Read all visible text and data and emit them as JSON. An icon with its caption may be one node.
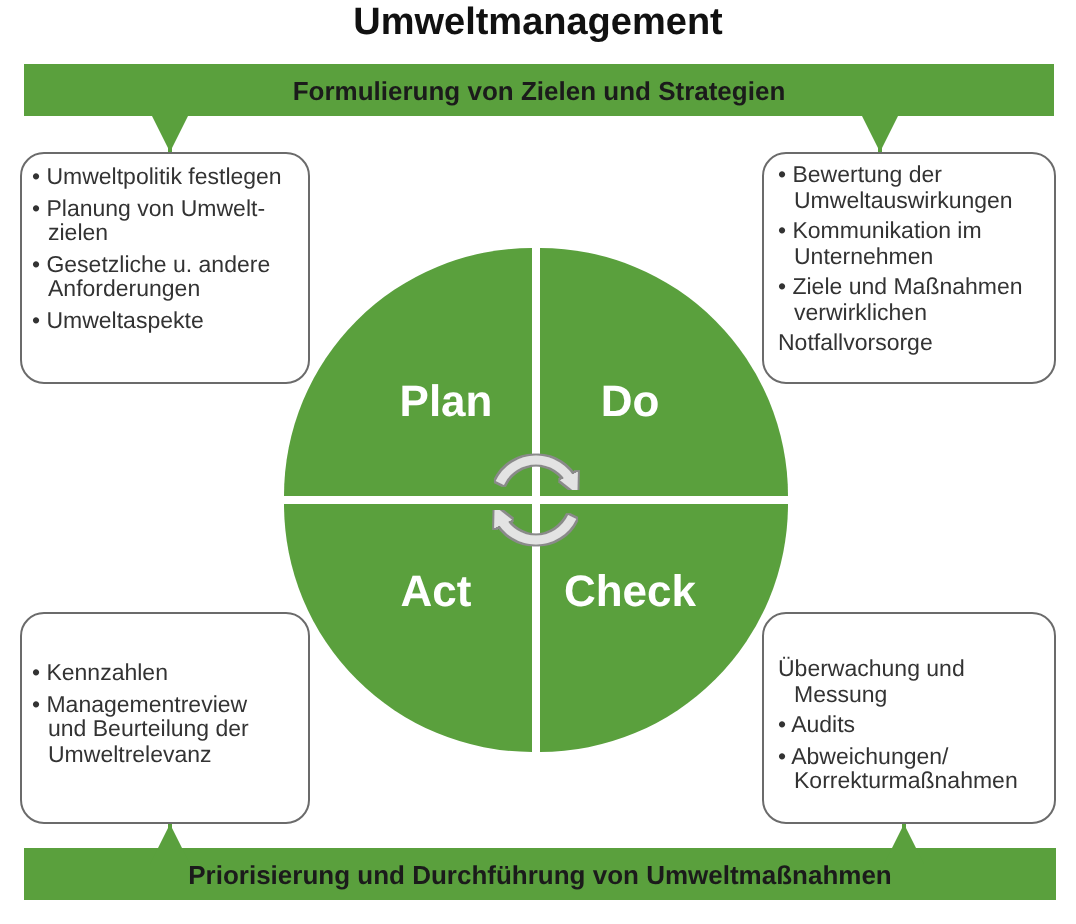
{
  "diagram": {
    "title": "Umweltmanagement",
    "nodes": [
      {
        "text": [
          "Formulierung von Zielen und Strategien"
        ]
      },
      {
        "text": [
          "• Umweltpolitik festlegen",
          "• Planung von Umwelt- zielen",
          "• Gesetzliche u. andere Anforderungen",
          "• Umweltaspekte"
        ]
      },
      {
        "text": [
          "• Bewertung der Umweltauswirkungen",
          "• Kommunikation im Unternehmen",
          "• Ziele und Maßnahmen verwirklichen",
          "Notfallvorsorge"
        ]
      },
      {
        "text": [
          "Plan"
        ]
      },
      {
        "text": [
          "Do"
        ]
      },
      {
        "text": [
          "Act"
        ]
      },
      {
        "text": [
          "Check"
        ]
      },
      {
        "text": [
          "• Kennzahlen",
          "• Managementreview und Beurteilung der Umweltrelevanz"
        ]
      },
      {
        "text": [
          "Überwachung und Messung",
          "• Audits",
          "• Abweichungen/ Korrekturmaßnahmen"
        ]
      },
      {
        "text": [
          "Priorisierung und Durchführung von Umweltmaßnahmen"
        ]
      }
    ],
    "edges": [
      {
        "from": 0,
        "to": 1,
        "arrow": "to"
      },
      {
        "from": 0,
        "to": 2,
        "arrow": "to"
      },
      {
        "from": 9,
        "to": 7,
        "arrow": "to"
      },
      {
        "from": 9,
        "to": 8,
        "arrow": "to"
      },
      {
        "from": 3,
        "to": 4,
        "arrow": "to",
        "style": "thick",
        "color": "#e3e3e3"
      },
      {
        "from": 6,
        "to": 5,
        "arrow": "to",
        "style": "thick",
        "color": "#e3e3e3"
      }
    ]
  }
}
